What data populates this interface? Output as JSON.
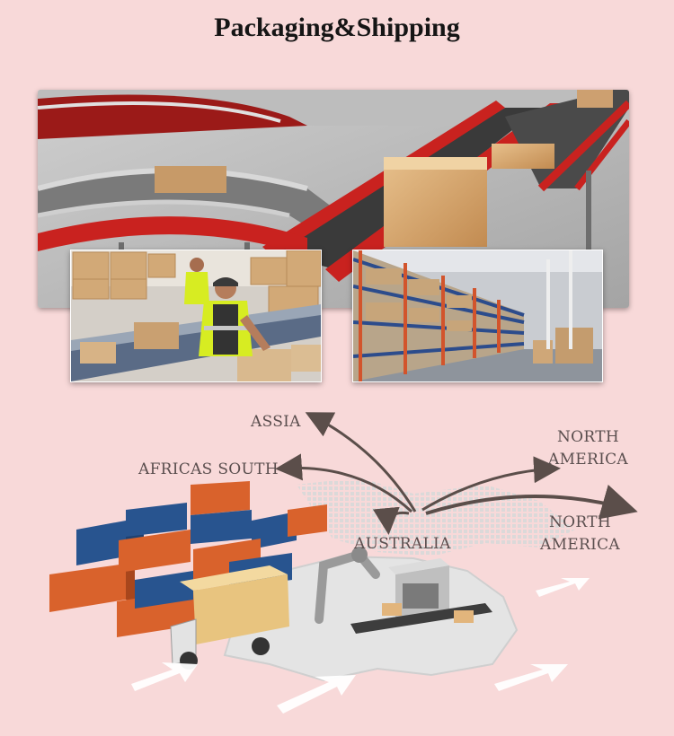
{
  "page": {
    "title": "Packaging&Shipping"
  },
  "regions": {
    "assia": "ASSIA",
    "africas_south": "AFRICAS SOUTH",
    "north_america_1": [
      "NORTH",
      "AMERICA"
    ],
    "north_america_2": [
      "NORTH",
      "AMERICA"
    ],
    "australia": "AUSTRALIA"
  },
  "colors": {
    "background": "#f8d9d9",
    "container_orange": "#d9622c",
    "container_blue": "#28548f",
    "conveyor_red": "#c9221f",
    "label_text": "#5a4e4e"
  },
  "photos": {
    "conveyor": "conveyor-photo",
    "worker": "worker-photo",
    "shelves": "warehouse-shelves-photo"
  }
}
